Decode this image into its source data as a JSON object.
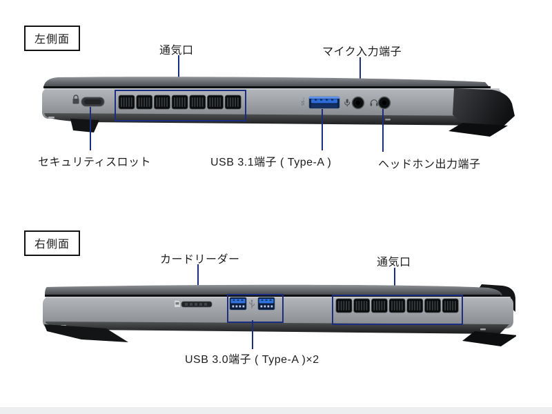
{
  "diagram_type": "laptop-side-ports-diagram",
  "colors": {
    "background": "#ffffff",
    "annotation_line": "#1b2d7e",
    "label_text": "#1c1c1c",
    "title_box_border": "#111111",
    "usb_port_blue": "#2f6bd6",
    "chassis_grey": "#9da0a4",
    "footer_bar": "#eceef0"
  },
  "left_side": {
    "section_title": "左側面",
    "callouts": {
      "vent": "通気口",
      "mic_input": "マイク入力端子",
      "security_slot": "セキュリティスロット",
      "usb_31": "USB 3.1端子 ( Type-A )",
      "headphone_output": "ヘッドホン出力端子"
    }
  },
  "right_side": {
    "section_title": "右側面",
    "callouts": {
      "card_reader": "カードリーダー",
      "vent": "通気口",
      "usb_30": "USB 3.0端子 ( Type-A )×2"
    }
  },
  "icons": {
    "lock": "lock-icon",
    "sd_card": "sd-card-icon",
    "microphone": "mic-icon",
    "headphone": "headphone-icon",
    "usb_ss": "usb-ss-icon"
  }
}
